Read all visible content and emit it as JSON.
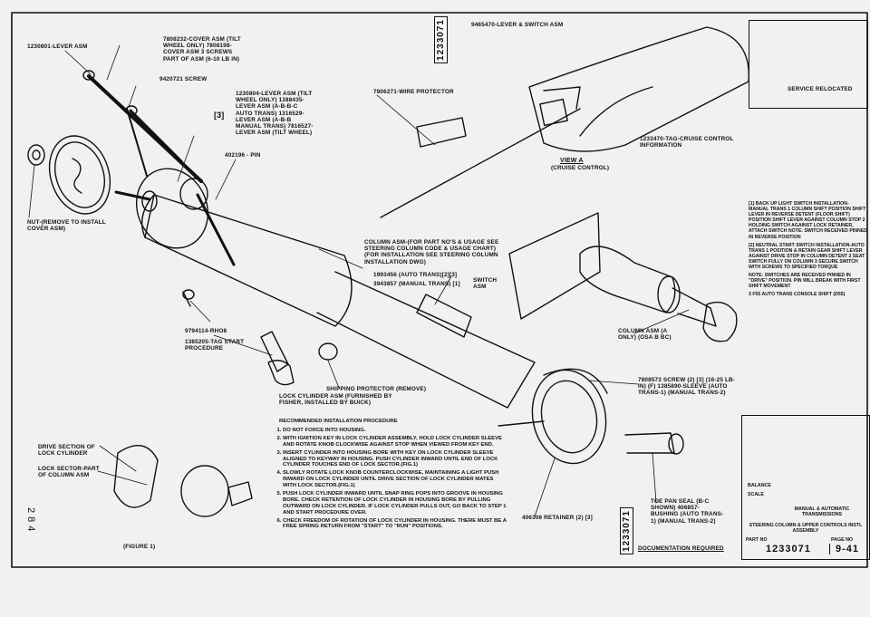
{
  "drawing": {
    "drawing_number": "1233071",
    "sheet_number": "9-41",
    "page_mark": "284"
  },
  "labels": {
    "lever_asm_top": "1230801-LEVER ASM",
    "cover_asm": "7808232-COVER ASM (TILT WHEEL ONLY) 7808198-COVER ASM 3 SCREWS PART OF ASM (6-10 LB IN)",
    "screw": "9420721 SCREW",
    "lever_asm_group": "1230804-LEVER ASM (TILT WHEEL ONLY) 1388435-LEVER ASM (A-B-B-C AUTO TRANS) 1316529-LEVER ASM (A-B-B MANUAL TRANS) 7816527-LEVER ASM (TILT WHEEL)",
    "pin": "402196 - PIN",
    "bracket_3": "[3]",
    "nut": "NUT-(REMOVE TO INSTALL COVER ASM)",
    "wire_protector": "7806271-WIRE PROTECTOR",
    "lever_switch_asm": "9465470-LEVER & SWITCH ASM",
    "cruise_info": "1233470-TAG-CRUISE CONTROL INFORMATION",
    "view_a": "VIEW A",
    "view_a_sub": "(CRUISE CONTROL)",
    "column_asm_note": "COLUMN ASM-(FOR PART NO'S & USAGE SEE STEERING COLUMN CODE & USAGE CHART)(FOR INSTALLATION SEE STEERING COLUMN INSTALLATION DWG)",
    "switch_auto": "1993456 (AUTO TRANS)[2][3]",
    "switch_manual": "3943857 (MANUAL TRANS) [1]",
    "switch_asm": "SWITCH ASM",
    "bolt_part": "9794114-RHO8",
    "start_tag": "1385205-TAG START PROCEDURE",
    "shipping_protector": "SHIPPING PROTECTOR (REMOVE)",
    "lock_cyl": "LOCK CYLINDER ASM (FURNISHED BY FISHER, INSTALLED BY BUICK)",
    "column_asm_a": "COLUMN ASM (A ONLY) (OSA B BC)",
    "screw_sleeve": "7808573 SCREW (2) [3] (16-25 LB-IN) (F) 1385890-SLEEVE (AUTO TRANS-1) (MANUAL TRANS-2)",
    "drive_section": "DRIVE SECTION OF LOCK CYLINDER",
    "lock_sector": "LOCK SECTOR-PART OF COLUMN ASM",
    "figure": "(FIGURE 1)",
    "retainer": "406306 RETAINER (2) [3]",
    "toe_pan": "TOE PAN SEAL (B-C SHOWN) 406857-BUSHING (AUTO TRANS-1) (MANUAL TRANS-2)",
    "documentation": "DOCUMENTATION REQUIRED"
  },
  "procedure": {
    "title": "RECOMMENDED INSTALLATION PROCEDURE",
    "steps": [
      "DO NOT FORCE INTO HOUSING.",
      "WITH IGNITION KEY IN LOCK CYLINDER ASSEMBLY, HOLD LOCK CYLINDER SLEEVE AND ROTATE KNOB CLOCKWISE AGAINST STOP WHEN VIEWED FROM KEY END.",
      "INSERT CYLINDER INTO HOUSING BORE WITH KEY ON LOCK CYLINDER SLEEVE ALIGNED TO KEYWAY IN HOUSING. PUSH CYLINDER INWARD UNTIL END OF LOCK CYLINDER TOUCHES END OF LOCK SECTOR.(FIG.1)",
      "SLOWLY ROTATE LOCK KNOB COUNTERCLOCKWISE, MAINTAINING A LIGHT PUSH INWARD ON LOCK CYLINDER UNTIL DRIVE SECTION OF LOCK CYLINDER MATES WITH LOCK SECTOR.(FIG.1)",
      "PUSH LOCK CYLINDER INWARD UNTIL SNAP RING POPS INTO GROOVE IN HOUSING BORE. CHECK RETENTION OF LOCK CYLINDER IN HOUSING BORE BY PULLING OUTWARD ON LOCK CYLINDER. IF LOCK CYLINDER PULLS OUT, GO BACK TO STEP 1 AND START PROCEDURE OVER.",
      "CHECK FREEDOM OF ROTATION OF LOCK CYLINDER IN HOUSING. THERE MUST BE A FREE SPRING RETURN FROM \"START\" TO \"RUN\" POSITIONS."
    ]
  },
  "notes": [
    "[1] BACK UP LIGHT SWITCH INSTALLATION-MANUAL TRANS 1 COLUMN SHIFT POSITION SHIFT LEVER IN REVERSE DETENT (FLOOR SHIFT) POSITION SHIFT LEVER AGAINST COLUMN STOP 2 HOLDING SWITCH AGAINST LOCK RETAINER, ATTACH SWITCH NOTE: SWITCH RECEIVED PINNED IN REVERSE POSITION",
    "[2] NEUTRAL START SWITCH INSTALLATION-AUTO TRANS 1 POSITION & RETAIN GEAR SHIFT LEVER AGAINST DRIVE STOP IN COLUMN DETENT 2 SEAT SWITCH FULLY ON COLUMN 3 SECURE SWITCH WITH SCREWS TO SPECIFIED TORQUE",
    "NOTE: SWITCHES ARE RECEIVED PINNED IN \"DRIVE\" POSITION. PIN WILL BREAK WITH FIRST SHIFT MOVEMENT",
    "3 F55 AUTO TRANS CONSOLE SHIFT (D55)"
  ],
  "revision_block": "SERVICE RELOCATED",
  "title_block": {
    "product": "MANUAL & AUTOMATIC TRANSMISSIONS",
    "title": "STEERING COLUMN & UPPER CONTROLS INSTL ASSEMBLY",
    "balance": "BALANCE",
    "scale": "SCALE",
    "part_no_label": "PART NO",
    "page_no_label": "PAGE NO"
  },
  "style": {
    "ink": "#111111",
    "paper": "#f1f1ef"
  }
}
